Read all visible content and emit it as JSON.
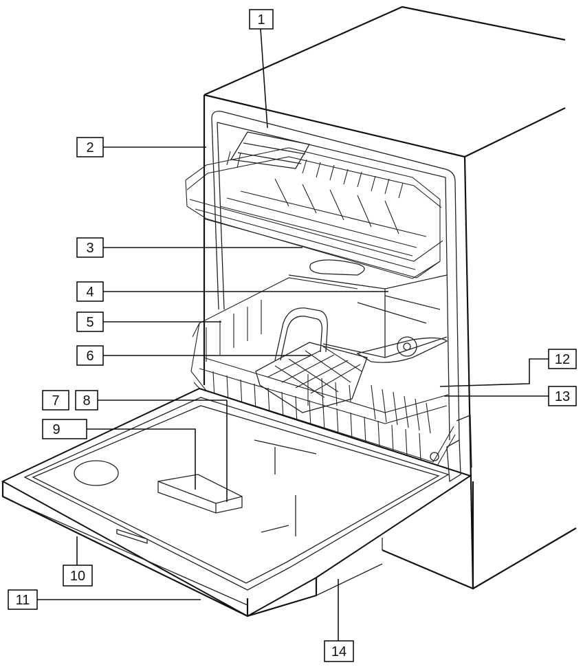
{
  "labels": [
    {
      "id": "1",
      "text": "1"
    },
    {
      "id": "2",
      "text": "2"
    },
    {
      "id": "3",
      "text": "3"
    },
    {
      "id": "4",
      "text": "4"
    },
    {
      "id": "5",
      "text": "5"
    },
    {
      "id": "6",
      "text": "6"
    },
    {
      "id": "7",
      "text": "7"
    },
    {
      "id": "8",
      "text": "8"
    },
    {
      "id": "9",
      "text": "9"
    },
    {
      "id": "10",
      "text": "10"
    },
    {
      "id": "11",
      "text": "11"
    },
    {
      "id": "12",
      "text": "12"
    },
    {
      "id": "13",
      "text": "13"
    },
    {
      "id": "14",
      "text": "14"
    }
  ]
}
